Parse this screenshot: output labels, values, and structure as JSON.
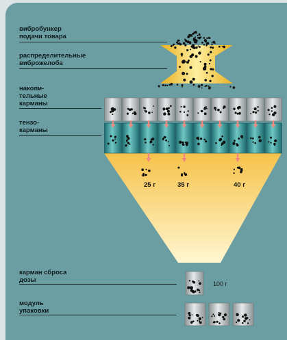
{
  "labels": {
    "vibrobunker": "вибробункер\nподачи товара",
    "vibrochutes": "распределительные\nвиброжелоба",
    "accumulating": "накопи-\nтельные\nкарманы",
    "tenzo": "тензо-\nкарманы",
    "dump": "карман сброса\nдозы",
    "packing": "модуль\nупаковки"
  },
  "weights": [
    "25 г",
    "35 г",
    "40 г"
  ],
  "dose": "100 г",
  "colors": {
    "panel": "#6b9ea3",
    "hopper": "#f0c030",
    "funnel_top": "#f6c24a",
    "funnel_bottom": "#fff4c8",
    "pocket_gray": "#a9b0b2",
    "tenzo_teal": "#2f8a8c",
    "arrow": "#f08a80",
    "granule": "#111111"
  }
}
